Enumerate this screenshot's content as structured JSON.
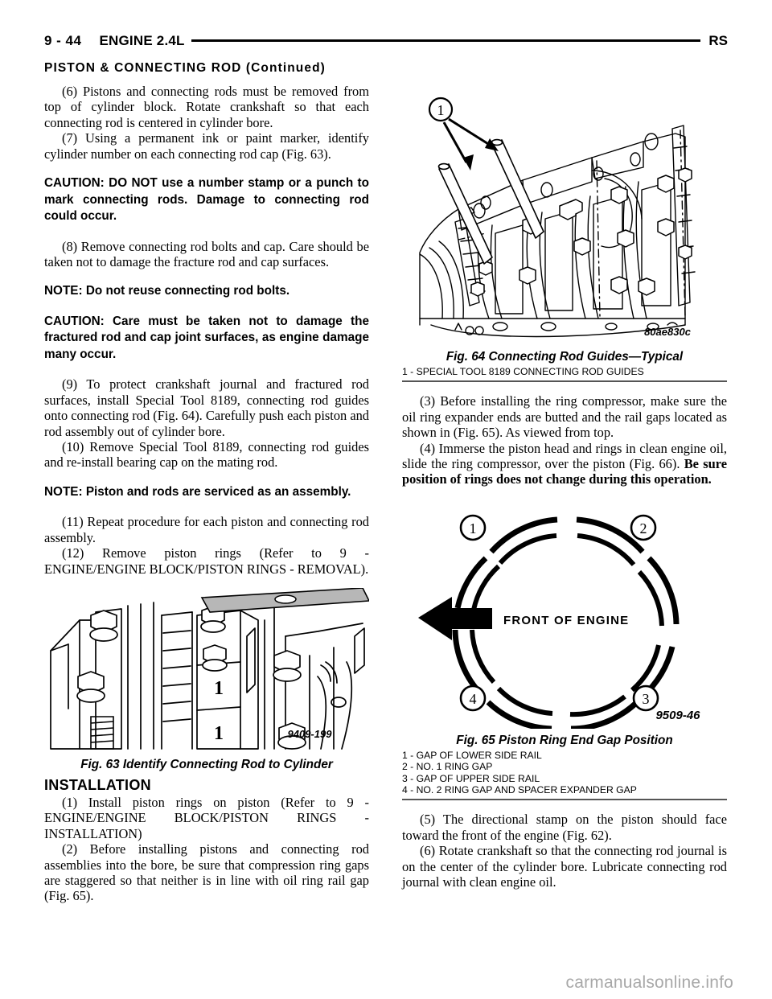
{
  "header": {
    "page_number": "9 - 44",
    "section": "ENGINE 2.4L",
    "right_code": "RS",
    "continued_title": "PISTON & CONNECTING ROD (Continued)"
  },
  "left_column": {
    "step_6": "(6) Pistons and connecting rods must be removed from top of cylinder block. Rotate crankshaft so that each connecting rod is centered in cylinder bore.",
    "step_7": "(7) Using a permanent ink or paint marker, identify cylinder number on each connecting rod cap (Fig. 63).",
    "caution_1": "CAUTION: DO NOT use a number stamp or a punch to mark connecting rods. Damage to connecting rod could occur.",
    "step_8": "(8) Remove connecting rod bolts and cap. Care should be taken not to damage the fracture rod and cap surfaces.",
    "note_1": "NOTE: Do not reuse connecting rod bolts.",
    "caution_2": "CAUTION: Care must be taken not to damage the fractured rod and cap joint surfaces, as engine damage many occur.",
    "step_9": "(9) To protect crankshaft journal and fractured rod surfaces, install Special Tool 8189, connecting rod guides onto connecting rod (Fig. 64). Carefully push each piston and rod assembly out of cylinder bore.",
    "step_10": "(10) Remove Special Tool 8189, connecting rod guides and re-install bearing cap on the mating rod.",
    "note_2": "NOTE: Piston and rods are serviced as an assembly.",
    "step_11": "(11) Repeat procedure for each piston and connecting rod assembly.",
    "step_12": "(12) Remove piston rings (Refer to 9 - ENGINE/ENGINE BLOCK/PISTON RINGS - REMOVAL).",
    "figure_63": {
      "caption": "Fig. 63 Identify Connecting Rod to Cylinder",
      "part_number": "9409-199",
      "cap_marks": [
        "1",
        "1"
      ]
    },
    "installation_heading": "INSTALLATION",
    "install_1": "(1) Install piston rings on piston (Refer to 9 - ENGINE/ENGINE BLOCK/PISTON RINGS - INSTALLATION)",
    "install_2": "(2) Before installing pistons and connecting rod assemblies into the bore, be sure that compression ring gaps are staggered so that neither is in line with oil ring rail gap (Fig. 65)."
  },
  "right_column": {
    "figure_64": {
      "callout": "1",
      "caption": "Fig. 64 Connecting Rod Guides—Typical",
      "part_number": "80ae830c",
      "legend": [
        "1 - SPECIAL TOOL 8189 CONNECTING ROD GUIDES"
      ]
    },
    "install_3": "(3) Before installing the ring compressor, make sure the oil ring expander ends are butted and the rail gaps located as shown in (Fig. 65). As viewed from top.",
    "install_4_part1": "(4) Immerse the piston head and rings in clean engine oil, slide the ring compressor, over the piston (Fig. 66). ",
    "install_4_bold": "Be sure position of rings does not change during this operation.",
    "figure_65": {
      "caption": "Fig. 65 Piston Ring End Gap Position",
      "part_number": "9509-46",
      "arrow_label": "FRONT OF ENGINE",
      "callouts": [
        "1",
        "2",
        "3",
        "4"
      ],
      "legend": [
        "1 - GAP OF LOWER SIDE RAIL",
        "2 - NO. 1 RING GAP",
        "3 - GAP OF UPPER SIDE RAIL",
        "4 - NO. 2 RING GAP AND SPACER EXPANDER GAP"
      ]
    },
    "install_5": "(5) The directional stamp on the piston should face toward the front of the engine (Fig. 62).",
    "install_6": "(6) Rotate crankshaft so that the connecting rod journal is on the center of the cylinder bore. Lubricate connecting rod journal with clean engine oil."
  },
  "watermark": "carmanualsonline.info",
  "colors": {
    "ink": "#000000",
    "rule": "#555555",
    "watermark": "#a8a8a8"
  }
}
